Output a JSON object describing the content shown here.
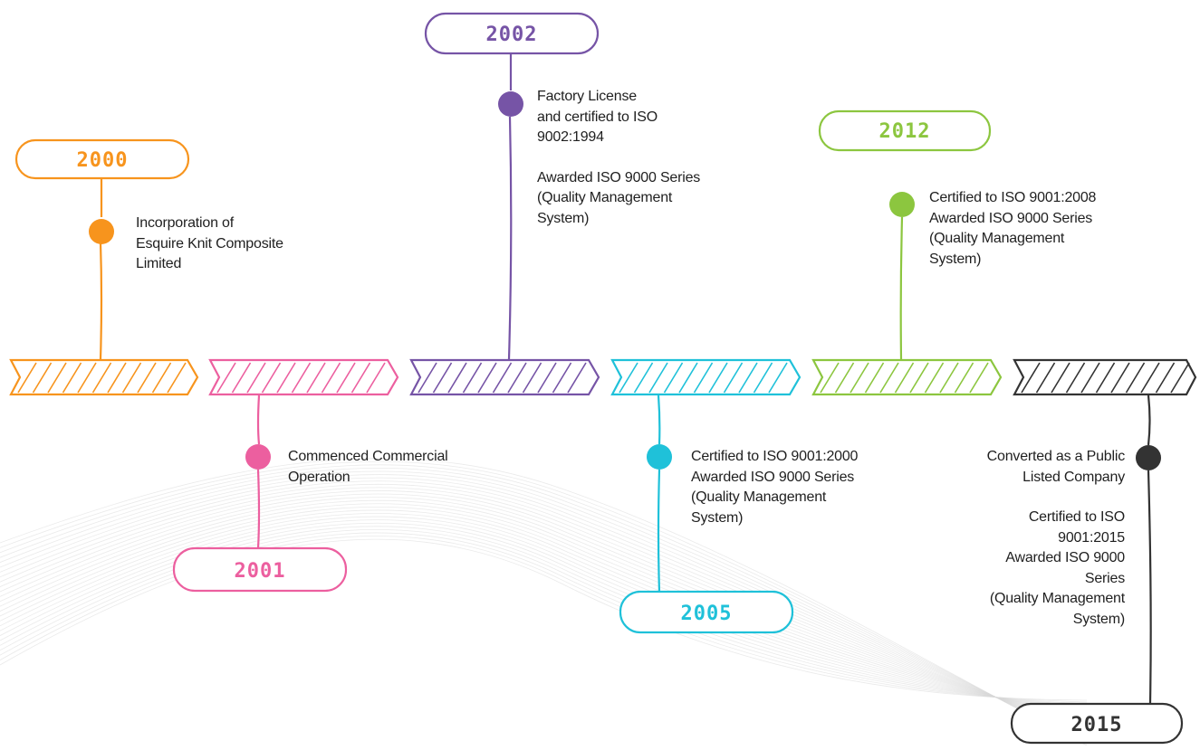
{
  "colors": {
    "orange": "#f7941d",
    "pink": "#ec5f9f",
    "purple": "#7654a6",
    "cyan": "#1fc1d9",
    "green": "#8cc63f",
    "black": "#333333",
    "background_wave": "#d9d9d9"
  },
  "milestones": [
    {
      "id": "m2000",
      "year": "2000",
      "color": "orange",
      "paragraphs": [
        "Incorporation of\nEsquire Knit Composite\nLimited"
      ]
    },
    {
      "id": "m2001",
      "year": "2001",
      "color": "pink",
      "paragraphs": [
        "Commenced Commercial\nOperation"
      ]
    },
    {
      "id": "m2002",
      "year": "2002",
      "color": "purple",
      "paragraphs": [
        "Factory License\nand certified to ISO\n9002:1994",
        "Awarded ISO 9000 Series\n(Quality Management\nSystem)"
      ]
    },
    {
      "id": "m2005",
      "year": "2005",
      "color": "cyan",
      "paragraphs": [
        "Certified to ISO 9001:2000\nAwarded ISO 9000 Series\n(Quality Management\nSystem)"
      ]
    },
    {
      "id": "m2012",
      "year": "2012",
      "color": "green",
      "paragraphs": [
        "Certified to ISO 9001:2008\nAwarded ISO 9000 Series\n(Quality Management\nSystem)"
      ]
    },
    {
      "id": "m2015",
      "year": "2015",
      "color": "black",
      "paragraphs": [
        "Converted as a Public\nListed Company",
        "Certified to ISO\n9001:2015\nAwarded ISO 9000\nSeries\n(Quality Management\nSystem)"
      ]
    }
  ]
}
